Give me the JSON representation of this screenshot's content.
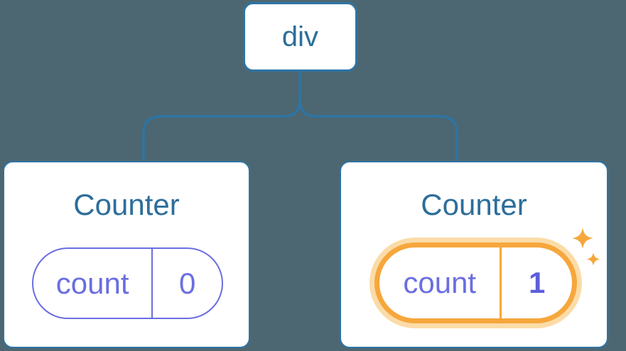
{
  "theme": {
    "bg": "#4C6771",
    "accent_blue": "#2E74A4",
    "text_blue": "#2D6E9B",
    "accent_purple": "#6B6EE0",
    "value_purple": "#5D5FDB",
    "accent_orange": "#F6A73C",
    "orange_glow": "#FBDCA8",
    "card_bg": "#FFFFFF"
  },
  "tree": {
    "root": {
      "label": "div"
    },
    "children": [
      {
        "title": "Counter",
        "state": {
          "key": "count",
          "value": "0"
        },
        "highlighted": false
      },
      {
        "title": "Counter",
        "state": {
          "key": "count",
          "value": "1"
        },
        "highlighted": true
      }
    ]
  }
}
